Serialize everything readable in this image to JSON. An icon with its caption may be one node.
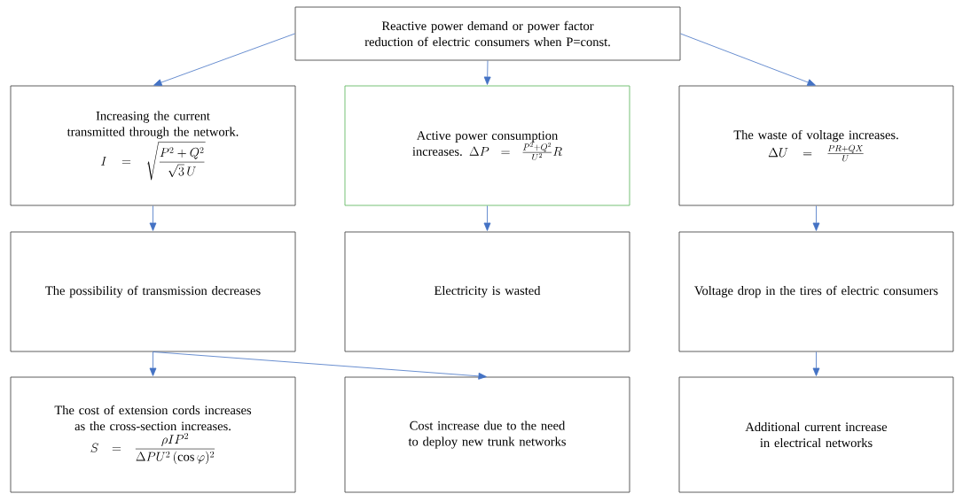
{
  "diagram": {
    "nodes": [
      {
        "text": [
          "Reactive power demand or power factor reduction of electric consumers when P=const."
        ]
      },
      {
        "text": [
          "Increasing the current transmitted through the network.",
          "I=\\sqrt{\\frac{P^2+Q^2}{\\sqrt{3}\\,U}}"
        ]
      },
      {
        "text": [
          "Active power consumption increases.",
          "\\Delta P=\\frac{P^2+Q^2}{U^2}R"
        ]
      },
      {
        "text": [
          "The waste of voltage increases.",
          "\\Delta U=\\frac{PR+QX}{U}"
        ]
      },
      {
        "text": [
          "The possibility of transmission decreases"
        ]
      },
      {
        "text": [
          "Electricity is wasted"
        ]
      },
      {
        "text": [
          "Voltage drop in the tires of electric consumers"
        ]
      },
      {
        "text": [
          "The cost of extension cords increases as the cross-section increases.",
          "S=\\frac{\\rho I P^2}{\\Delta P U^2\\,(\\cos\\varphi)^2}"
        ]
      },
      {
        "text": [
          "Cost increase due to the need to deploy new trunk networks"
        ]
      },
      {
        "text": [
          "Additional current increase in electrical networks"
        ]
      }
    ],
    "edges": [
      {
        "from": 0,
        "to": 1,
        "arrow": "to"
      },
      {
        "from": 0,
        "to": 2,
        "arrow": "to"
      },
      {
        "from": 0,
        "to": 3,
        "arrow": "to"
      },
      {
        "from": 1,
        "to": 4,
        "arrow": "to"
      },
      {
        "from": 2,
        "to": 5,
        "arrow": "to"
      },
      {
        "from": 3,
        "to": 6,
        "arrow": "to"
      },
      {
        "from": 4,
        "to": 7,
        "arrow": "to"
      },
      {
        "from": 4,
        "to": 8,
        "arrow": "to"
      },
      {
        "from": 6,
        "to": 9,
        "arrow": "to"
      }
    ]
  }
}
